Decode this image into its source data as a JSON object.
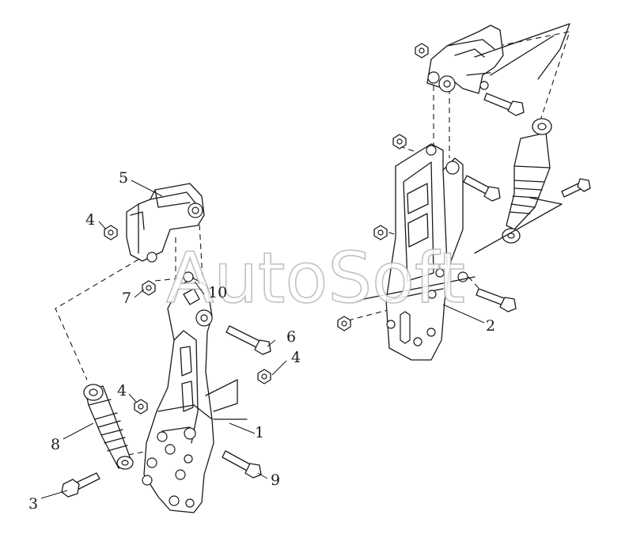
{
  "watermark": "AutoSoft",
  "callouts": {
    "c1": "1",
    "c2": "2",
    "c3": "3",
    "c4a": "4",
    "c4b": "4",
    "c4c": "4",
    "c5": "5",
    "c6": "6",
    "c7": "7",
    "c8": "8",
    "c9": "9",
    "c10": "10"
  }
}
